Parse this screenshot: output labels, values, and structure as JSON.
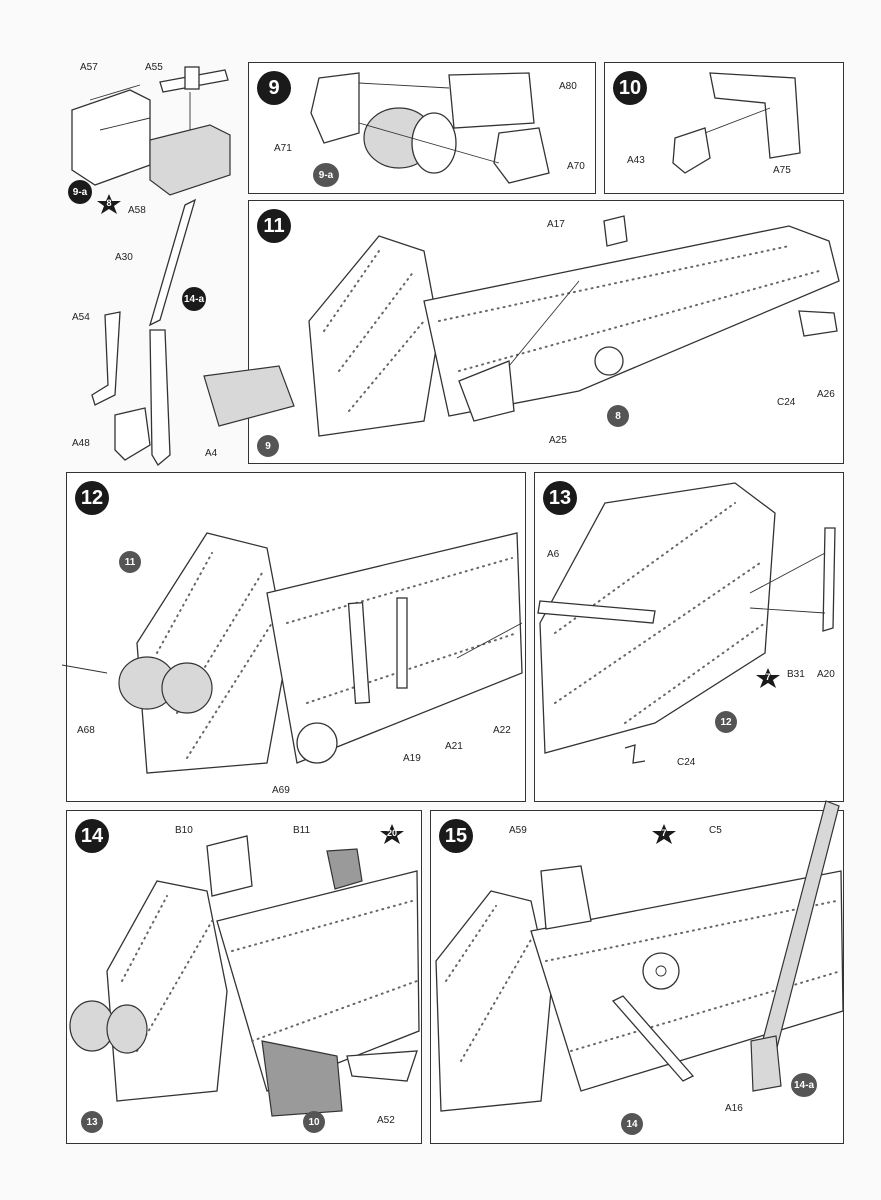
{
  "loose": {
    "labels": [
      "A57",
      "A55",
      "A58",
      "A30",
      "A54",
      "A48",
      "A4"
    ],
    "refs": [
      "9-a",
      "14-a"
    ],
    "star": "8"
  },
  "step9": {
    "number": "9",
    "labels": [
      "A80",
      "A71",
      "A70"
    ],
    "refs": [
      "9-a"
    ]
  },
  "step10": {
    "number": "10",
    "labels": [
      "A43",
      "A75"
    ]
  },
  "step11": {
    "number": "11",
    "labels": [
      "A17",
      "A26",
      "C24",
      "A25"
    ],
    "refs": [
      "8",
      "9"
    ]
  },
  "step12": {
    "number": "12",
    "labels": [
      "A68",
      "A19",
      "A21",
      "A22",
      "A69"
    ],
    "refs": [
      "11"
    ]
  },
  "step13": {
    "number": "13",
    "labels": [
      "A6",
      "B31",
      "A20",
      "C24"
    ],
    "refs": [
      "12"
    ],
    "star": "7"
  },
  "step14": {
    "number": "14",
    "labels": [
      "B10",
      "B11",
      "A52"
    ],
    "refs": [
      "13",
      "10"
    ],
    "star": "20"
  },
  "step15": {
    "number": "15",
    "labels": [
      "A59",
      "C5",
      "A16"
    ],
    "refs": [
      "14",
      "14-a"
    ],
    "star": "7"
  },
  "colors": {
    "ink": "#1a1a1a",
    "panel_border": "#333333",
    "subassembly": "#9a9a9a"
  }
}
